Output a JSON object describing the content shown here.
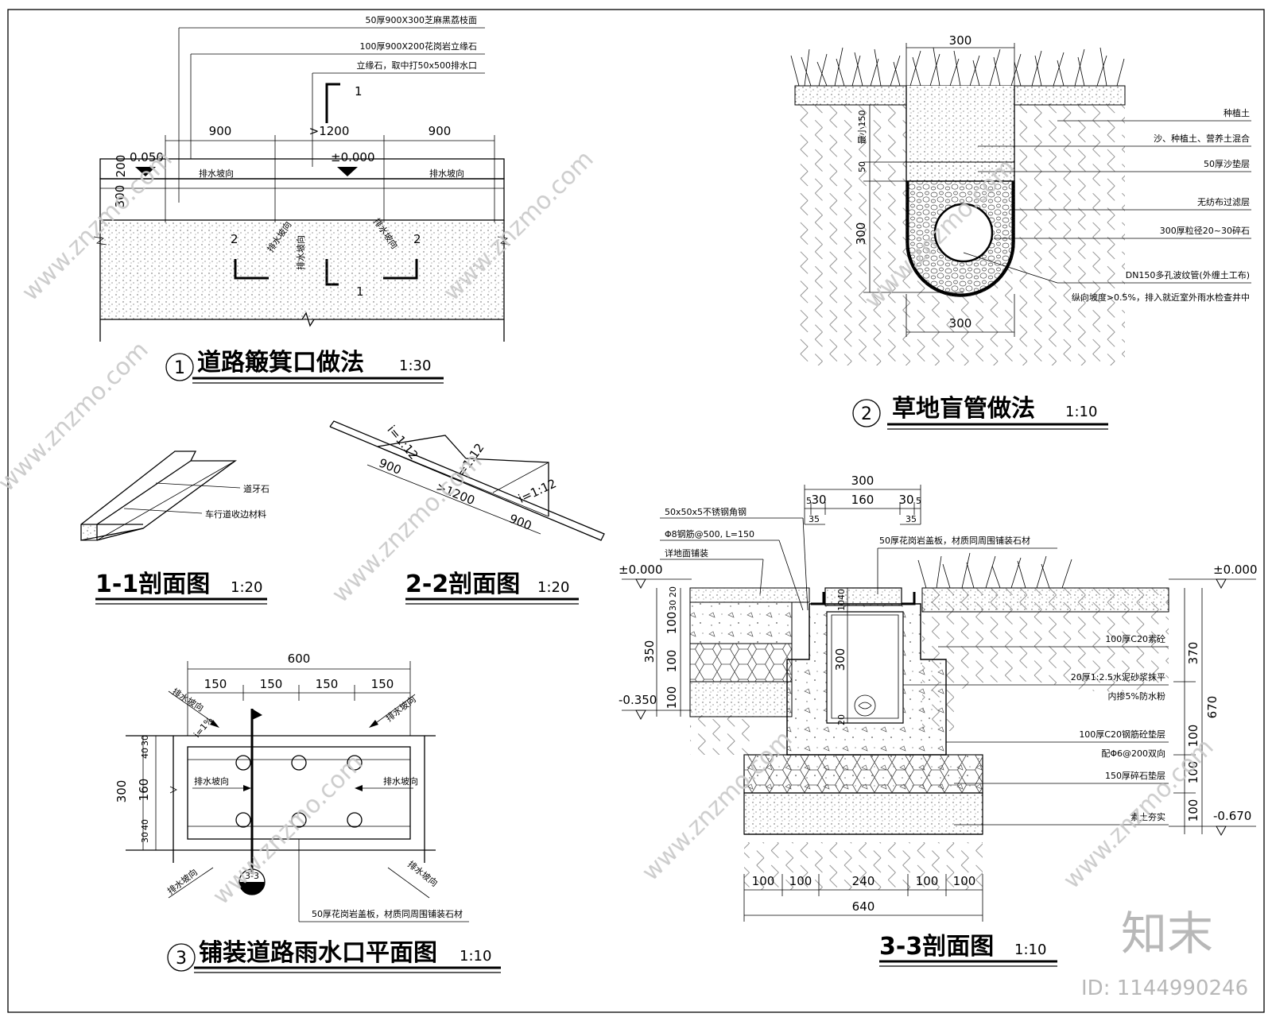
{
  "drawing1": {
    "title": "道路簸箕口做法",
    "scale": "1:30",
    "number": "1",
    "notes": [
      "50厚900X300芝麻黑荔枝面",
      "100厚900X200花岗岩立缘石",
      "立缘石，取中打50x500排水口"
    ],
    "dims": {
      "d900a": "900",
      "d1200": ">1200",
      "d900b": "900",
      "h200": "200",
      "h300": "300"
    },
    "levels": {
      "l1": "0.050",
      "l2": "±0.000"
    },
    "drain": "排水坡向",
    "sections": {
      "s1": "1",
      "s2": "2"
    }
  },
  "drawing2": {
    "title": "草地盲管做法",
    "scale": "1:10",
    "number": "2",
    "top_dim": "300",
    "bottom_dim": "300",
    "side_dims": {
      "a": "最小150",
      "b": "50",
      "c": "300"
    },
    "notes": [
      "种植土",
      "沙、种植土、营养土混合",
      "50厚沙垫层",
      "无纺布过滤层",
      "300厚粒径20~30碎石",
      "DN150多孔波纹管(外缠土工布)",
      "纵向坡度>0.5%，排入就近室外雨水检查井中"
    ]
  },
  "sec11": {
    "title": "1-1剖面图",
    "scale": "1:20",
    "notes": [
      "道牙石",
      "车行道收边材料"
    ]
  },
  "sec22": {
    "title": "2-2剖面图",
    "scale": "1:20",
    "slopes": [
      "i=1:12",
      "i=1:12",
      "i=1:12"
    ],
    "dims": {
      "a": "900",
      "b": ">1200",
      "c": "900"
    }
  },
  "drawing3": {
    "title": "铺装道路雨水口平面图",
    "scale": "1:10",
    "number": "3",
    "top_dims": {
      "total": "600",
      "a": "150",
      "b": "150",
      "c": "150",
      "d": "150"
    },
    "left_dims": {
      "total": "300",
      "a": "30",
      "b": "40",
      "c": "160",
      "d": "40",
      "e": "30"
    },
    "drain": "排水坡向",
    "slope_label": "i=1%",
    "cut": {
      "top": "3-3",
      "bottom": "—"
    },
    "note": "50厚花岗岩盖板，材质同周围铺装石材"
  },
  "sec33": {
    "title": "3-3剖面图",
    "scale": "1:10",
    "top_dims": {
      "total": "300",
      "a": "5",
      "b": "30",
      "c": "160",
      "d": "30",
      "e": "5",
      "f": "35",
      "g": "35"
    },
    "left_notes": [
      "50x50x5不锈钢角钢",
      "Φ8钢筋@500, L=150",
      "详地面铺装"
    ],
    "top_note": "50厚花岗岩盖板，材质同周围铺装石材",
    "levels": {
      "left_top": "±0.000",
      "left_bottom": "-0.350",
      "right_top": "±0.000",
      "right_bottom": "-0.670"
    },
    "left_dims": {
      "a": "20",
      "b": "30",
      "c": "100",
      "d": "100",
      "e": "100",
      "total": "350"
    },
    "inner_dims": {
      "a": "40",
      "b": "10",
      "c": "300",
      "d": "20"
    },
    "right_dims": {
      "a": "370",
      "b": "670",
      "c": "100",
      "d": "100",
      "e": "100"
    },
    "notes": [
      "100厚C20素砼",
      "20厚1:2.5水泥砂浆抹平",
      "内掺5%防水粉",
      "100厚C20钢筋砼垫层",
      "配Φ6@200双向",
      "150厚碎石垫层",
      "素土夯实"
    ],
    "bottom_dims": {
      "a": "100",
      "b": "100",
      "c": "240",
      "d": "100",
      "e": "100",
      "total": "640"
    }
  },
  "watermarks": {
    "site": "www.znzmo.com",
    "brand": "知末网"
  },
  "logo": {
    "text": "知末",
    "id": "ID: 1144990246"
  }
}
